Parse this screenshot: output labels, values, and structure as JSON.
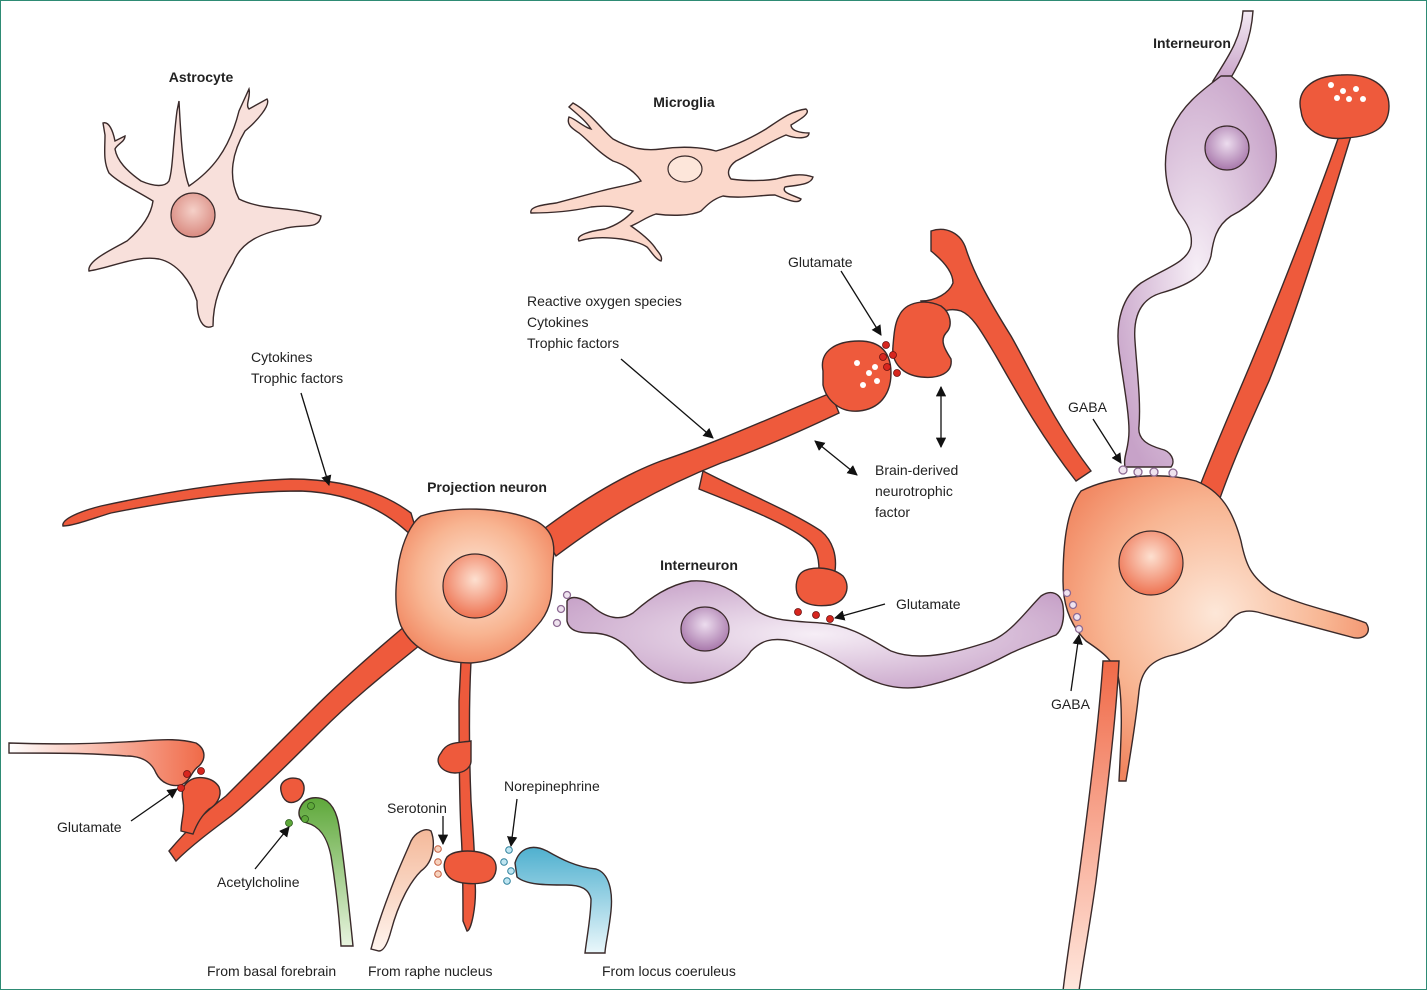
{
  "labels": {
    "astrocyte": "Astrocyte",
    "microglia": "Microglia",
    "interneuron_top": "Interneuron",
    "interneuron_mid": "Interneuron",
    "projection_neuron": "Projection neuron",
    "cytokines_left_1": "Cytokines",
    "cytokines_left_2": "Trophic factors",
    "ros_1": "Reactive oxygen species",
    "ros_2": "Cytokines",
    "ros_3": "Trophic factors",
    "glutamate_top": "Glutamate",
    "gaba_top": "GABA",
    "bdnf_1": "Brain-derived",
    "bdnf_2": "neurotrophic",
    "bdnf_3": "factor",
    "glutamate_mid": "Glutamate",
    "gaba_bottom": "GABA",
    "glutamate_left": "Glutamate",
    "acetylcholine": "Acetylcholine",
    "serotonin": "Serotonin",
    "norepinephrine": "Norepinephrine",
    "from_basal_forebrain": "From basal forebrain",
    "from_raphe_nucleus": "From raphe nucleus",
    "from_locus_coeruleus": "From locus coeruleus"
  },
  "colors": {
    "neuron": "#ee5a3c",
    "neuron_body": "#f7b08e",
    "interneuron": "#c9a3c9",
    "glia": "#f8dcd6",
    "vesicle_red": "#d7261e",
    "vesicle_purple": "#8d6a93",
    "acetylcholine": "#5ea83a",
    "serotonin": "#f4c3a8",
    "norepinephrine": "#63b8d2",
    "border": "#2e8b74"
  }
}
